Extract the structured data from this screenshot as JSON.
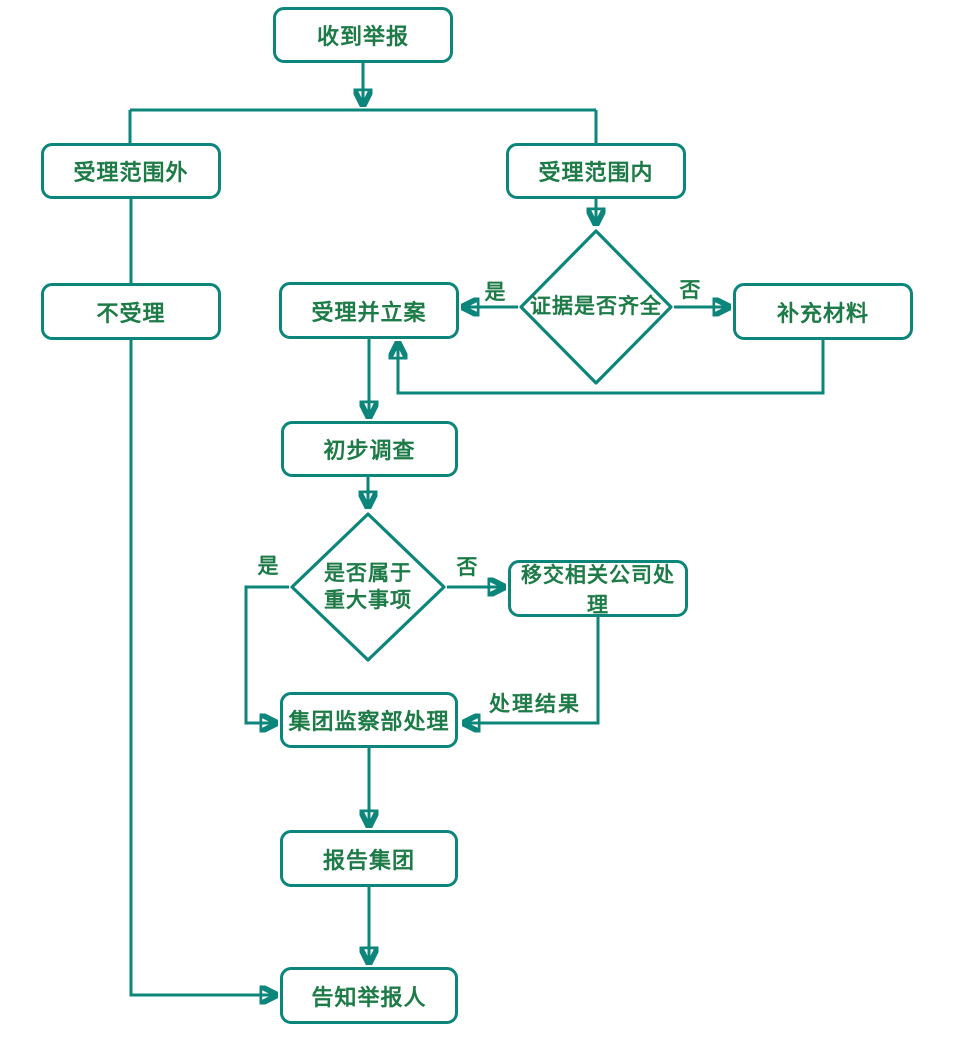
{
  "theme": {
    "line_color": "#0c857b",
    "text_color": "#1d7b47",
    "background": "#ffffff"
  },
  "nodes": {
    "receive": {
      "label": "收到举报"
    },
    "outside": {
      "label": "受理范围外"
    },
    "inside": {
      "label": "受理范围内"
    },
    "reject": {
      "label": "不受理"
    },
    "evidence": {
      "label": "证据是否齐全"
    },
    "accept": {
      "label": "受理并立案"
    },
    "supplement": {
      "label": "补充材料"
    },
    "investigate": {
      "label": "初步调查"
    },
    "major": {
      "label": "是否属于\n重大事项"
    },
    "transfer": {
      "label": "移交相关公司处理"
    },
    "supervision": {
      "label": "集团监察部处理"
    },
    "report": {
      "label": "报告集团"
    },
    "inform": {
      "label": "告知举报人"
    }
  },
  "edge_labels": {
    "evidence_yes": "是",
    "evidence_no": "否",
    "major_yes": "是",
    "major_no": "否",
    "result": "处理结果"
  }
}
